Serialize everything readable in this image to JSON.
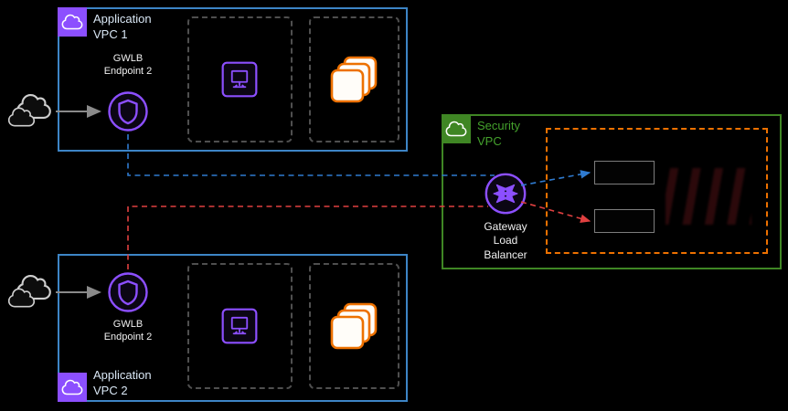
{
  "diagram": {
    "app_vpc_1": {
      "label": "Application\nVPC 1",
      "endpoint_label": "GWLB\nEndpoint 2"
    },
    "app_vpc_2": {
      "label": "Application\nVPC 2",
      "endpoint_label": "GWLB\nEndpoint 2"
    },
    "security_vpc": {
      "label": "Security\nVPC",
      "gwlb_label": "Gateway\nLoad\nBalancer"
    }
  },
  "colors": {
    "background": "#000000",
    "app_vpc_border": "#3d85c6",
    "app_vpc_label": "#d9e7f5",
    "security_vpc_border": "#3f8624",
    "security_vpc_label": "#44a12c",
    "purple": "#8c4fff",
    "orange": "#ed7100",
    "subnet_border": "#4f4f4f",
    "flow_blue": "#2f7bd0",
    "flow_red": "#e04040",
    "label_text": "#f0f0f0",
    "arrow_gray": "#8a8a8a",
    "appliance_border": "#7d7d7d"
  },
  "icons": {
    "internet-cloud-icon": "double cloud outline, light gray on dark",
    "vpc-icon": "white cloud glyph on purple square",
    "security-vpc-icon": "white cloud glyph on green square",
    "gwlb-endpoint-icon": "shield inside purple circle",
    "gateway-load-balancer-icon": "purple circle with radiating arrows",
    "instance-icon": "workstation glyph in purple rounded square",
    "instance-stack-icon": "three stacked white squares with orange borders",
    "appliance-node": "dark rectangle appliance",
    "faded-logo": "faint dark-red striped logo"
  }
}
